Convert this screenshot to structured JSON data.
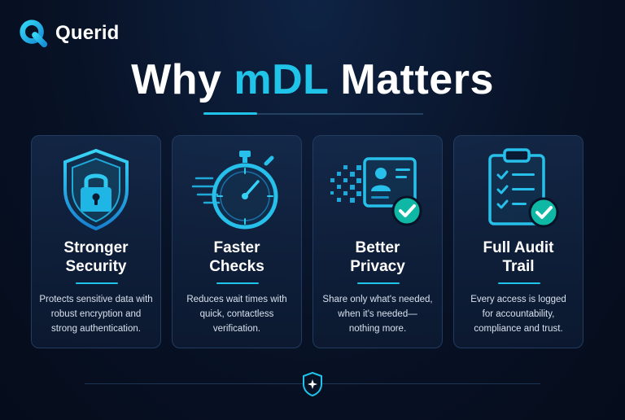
{
  "brand": {
    "name": "Querid"
  },
  "title": {
    "prefix": "Why ",
    "accent": "mDL",
    "suffix": " Matters"
  },
  "colors": {
    "accent": "#1fc4e8",
    "background": "#081226",
    "card_border": "#223b5e",
    "check_badge": "#0fb8a4"
  },
  "cards": [
    {
      "icon": "shield-lock-icon",
      "title_line1": "Stronger",
      "title_line2": "Security",
      "desc_line1": "Protects sensitive data with",
      "desc_line2": "robust encryption and",
      "desc_line3": "strong authentication."
    },
    {
      "icon": "stopwatch-icon",
      "title_line1": "Faster",
      "title_line2": "Checks",
      "desc_line1": "Reduces wait times with",
      "desc_line2": "quick, contactless",
      "desc_line3": "verification."
    },
    {
      "icon": "id-card-check-icon",
      "title_line1": "Better",
      "title_line2": "Privacy",
      "desc_line1": "Share only what's needed,",
      "desc_line2": "when it's needed—",
      "desc_line3": "nothing more."
    },
    {
      "icon": "clipboard-check-icon",
      "title_line1": "Full Audit",
      "title_line2": "Trail",
      "desc_line1": "Every access is logged",
      "desc_line2": "for accountability,",
      "desc_line3": "compliance and trust."
    }
  ],
  "footer": {
    "icon": "shield-star-icon"
  }
}
